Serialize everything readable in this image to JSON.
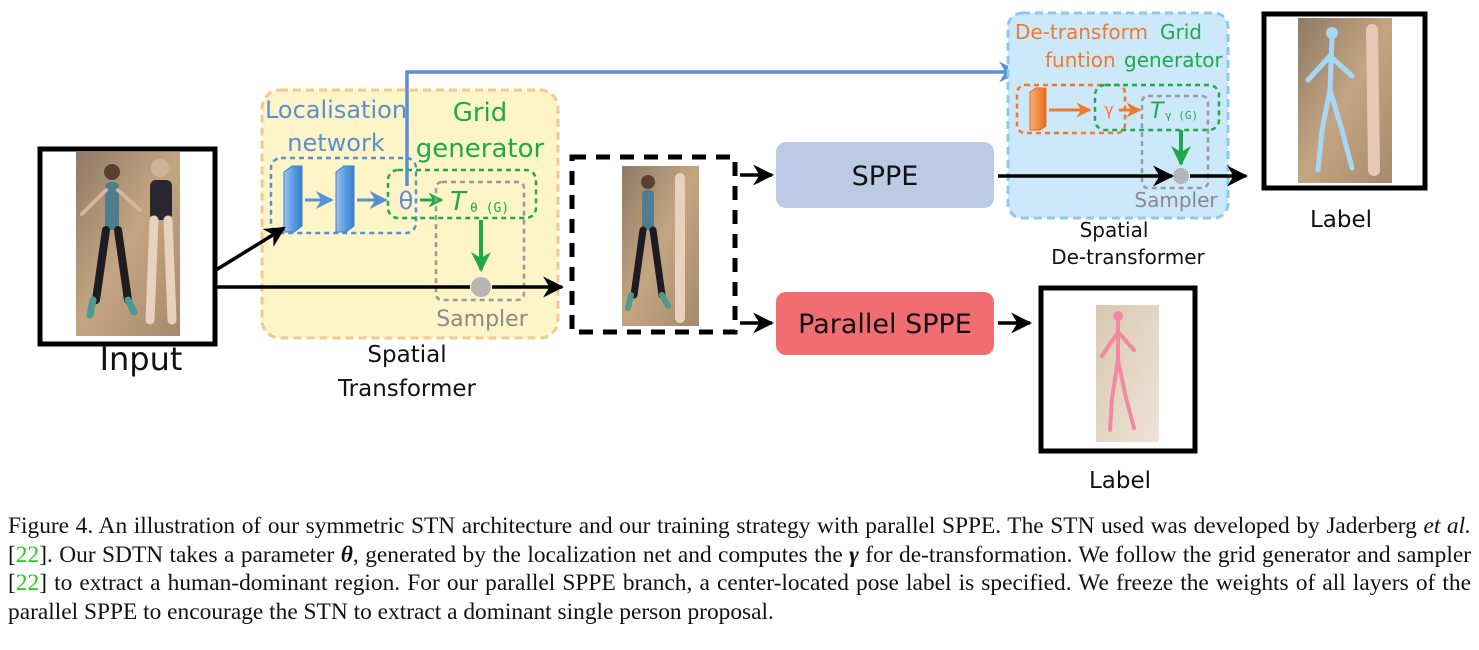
{
  "diagram": {
    "input_label": "Input",
    "localisation_network_label": [
      "Localisation",
      "network"
    ],
    "grid_generator_label": [
      "Grid",
      "generator"
    ],
    "theta_symbol": "θ",
    "t_theta": "T",
    "t_theta_sub": "θ (G)",
    "sampler_label": "Sampler",
    "spatial_transformer_label": [
      "Spatial",
      "Transformer"
    ],
    "sppe_label": "SPPE",
    "parallel_sppe_label": "Parallel SPPE",
    "detransform_grid_function_label": [
      "De-transform",
      "funtion"
    ],
    "detransform_grid_generator_label": [
      "Grid",
      "generator"
    ],
    "gamma_symbol": "γ",
    "t_gamma": "T",
    "t_gamma_sub": "γ (G)",
    "sampler_label_right": "Sampler",
    "spatial_detransformer_label": [
      "Spatial",
      "De-transformer"
    ],
    "label_top": "Label",
    "label_bottom": "Label"
  },
  "caption": {
    "figure_number": "Figure 4.",
    "text_1": " An illustration of our symmetric STN architecture and our training strategy with parallel SPPE. The STN used was developed by Jaderberg ",
    "et_al": "et al.",
    "text_2": " [",
    "ref_1": "22",
    "text_3": "]. Our SDTN takes a parameter ",
    "theta": "θ",
    "text_4": ", generated by the localization net and computes the ",
    "gamma": "γ",
    "text_5": " for de-transformation. We follow the grid generator and sampler [",
    "ref_2": "22",
    "text_6": "] to extract a human-dominant region. For our parallel SPPE branch, a center-located pose label is specified. We freeze the weights of all layers of the parallel SPPE to encourage the STN to extract a dominant single person proposal."
  },
  "colors": {
    "blue": "#5b8fd0",
    "green": "#1faa4a",
    "orange": "#ee7a2a",
    "st_panel": "#fdf5c8",
    "sdt_panel": "#cce8fb",
    "sppe_box": "#bccbe5",
    "parallel_box": "#f26d72",
    "photo_bg": "#b89a78",
    "pose_blue": "#a7d7f5",
    "pose_pink": "#f08aa0"
  }
}
